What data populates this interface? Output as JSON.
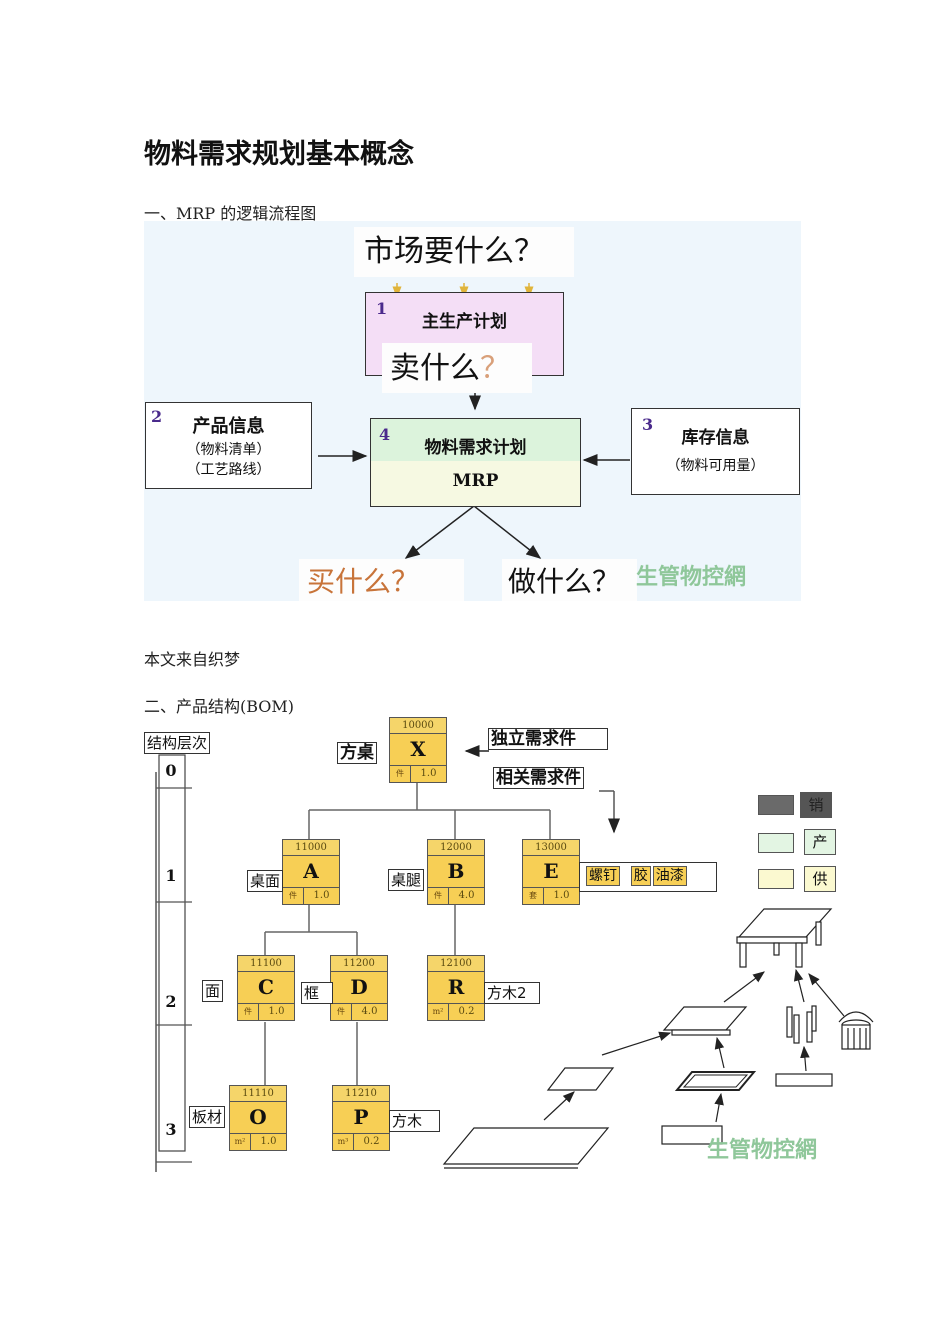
{
  "page_title": "物料需求规划基本概念",
  "section1": {
    "heading": "一、MRP 的逻辑流程图",
    "diagram": {
      "market_question": "市场要什么？",
      "box1": {
        "number": "1",
        "title": "主生产计划"
      },
      "sell_question": "卖什么",
      "sell_q_mark": "？",
      "box2": {
        "number": "2",
        "title": "产品信息",
        "line1": "（物料清单）",
        "line2": "（工艺路线）"
      },
      "box3": {
        "number": "3",
        "title": "库存信息",
        "line1": "（物料可用量）"
      },
      "box4": {
        "number": "4",
        "title": "物料需求计划",
        "subtitle": "MRP"
      },
      "buy_question": "买什么？",
      "make_question": "做什么？",
      "watermark": "生管物控網"
    },
    "colors": {
      "background": "#eef6fc",
      "box1": "#f4def6",
      "box4_top": "#dcf3dc",
      "box4_bottom": "#f6f9e2",
      "buy_text": "#c8743a",
      "watermark": "#8fc79a"
    }
  },
  "source_note": "本文来自织梦",
  "section2": {
    "heading": "二、产品结构(BOM)",
    "level_header": "结构层次",
    "levels": [
      "0",
      "1",
      "2",
      "3"
    ],
    "independent_label": "独立需求件",
    "dependent_label": "相关需求件",
    "nodes": [
      {
        "id": "X",
        "code": "10000",
        "unit": "件",
        "qty": "1.0",
        "label": "方桌"
      },
      {
        "id": "A",
        "code": "11000",
        "unit": "件",
        "qty": "1.0",
        "label": "桌面"
      },
      {
        "id": "B",
        "code": "12000",
        "unit": "件",
        "qty": "4.0",
        "label": "桌腿"
      },
      {
        "id": "E",
        "code": "13000",
        "unit": "套",
        "qty": "1.0",
        "label": ""
      },
      {
        "id": "C",
        "code": "11100",
        "unit": "件",
        "qty": "1.0",
        "label": "面"
      },
      {
        "id": "D",
        "code": "11200",
        "unit": "件",
        "qty": "4.0",
        "label": "框"
      },
      {
        "id": "R",
        "code": "12100",
        "unit": "m²",
        "qty": "0.2",
        "label": "方木2"
      },
      {
        "id": "O",
        "code": "11110",
        "unit": "m²",
        "qty": "1.0",
        "label": "板材"
      },
      {
        "id": "P",
        "code": "11210",
        "unit": "m³",
        "qty": "0.2",
        "label": "方木"
      }
    ],
    "e_parts": [
      "螺钉",
      "胶",
      "油漆"
    ],
    "legend": [
      {
        "label": "销",
        "color": "#6a6a6a"
      },
      {
        "label": "产",
        "color": "#e3f5e3"
      },
      {
        "label": "供",
        "color": "#fbf9d0"
      }
    ],
    "watermark": "生管物控網"
  }
}
